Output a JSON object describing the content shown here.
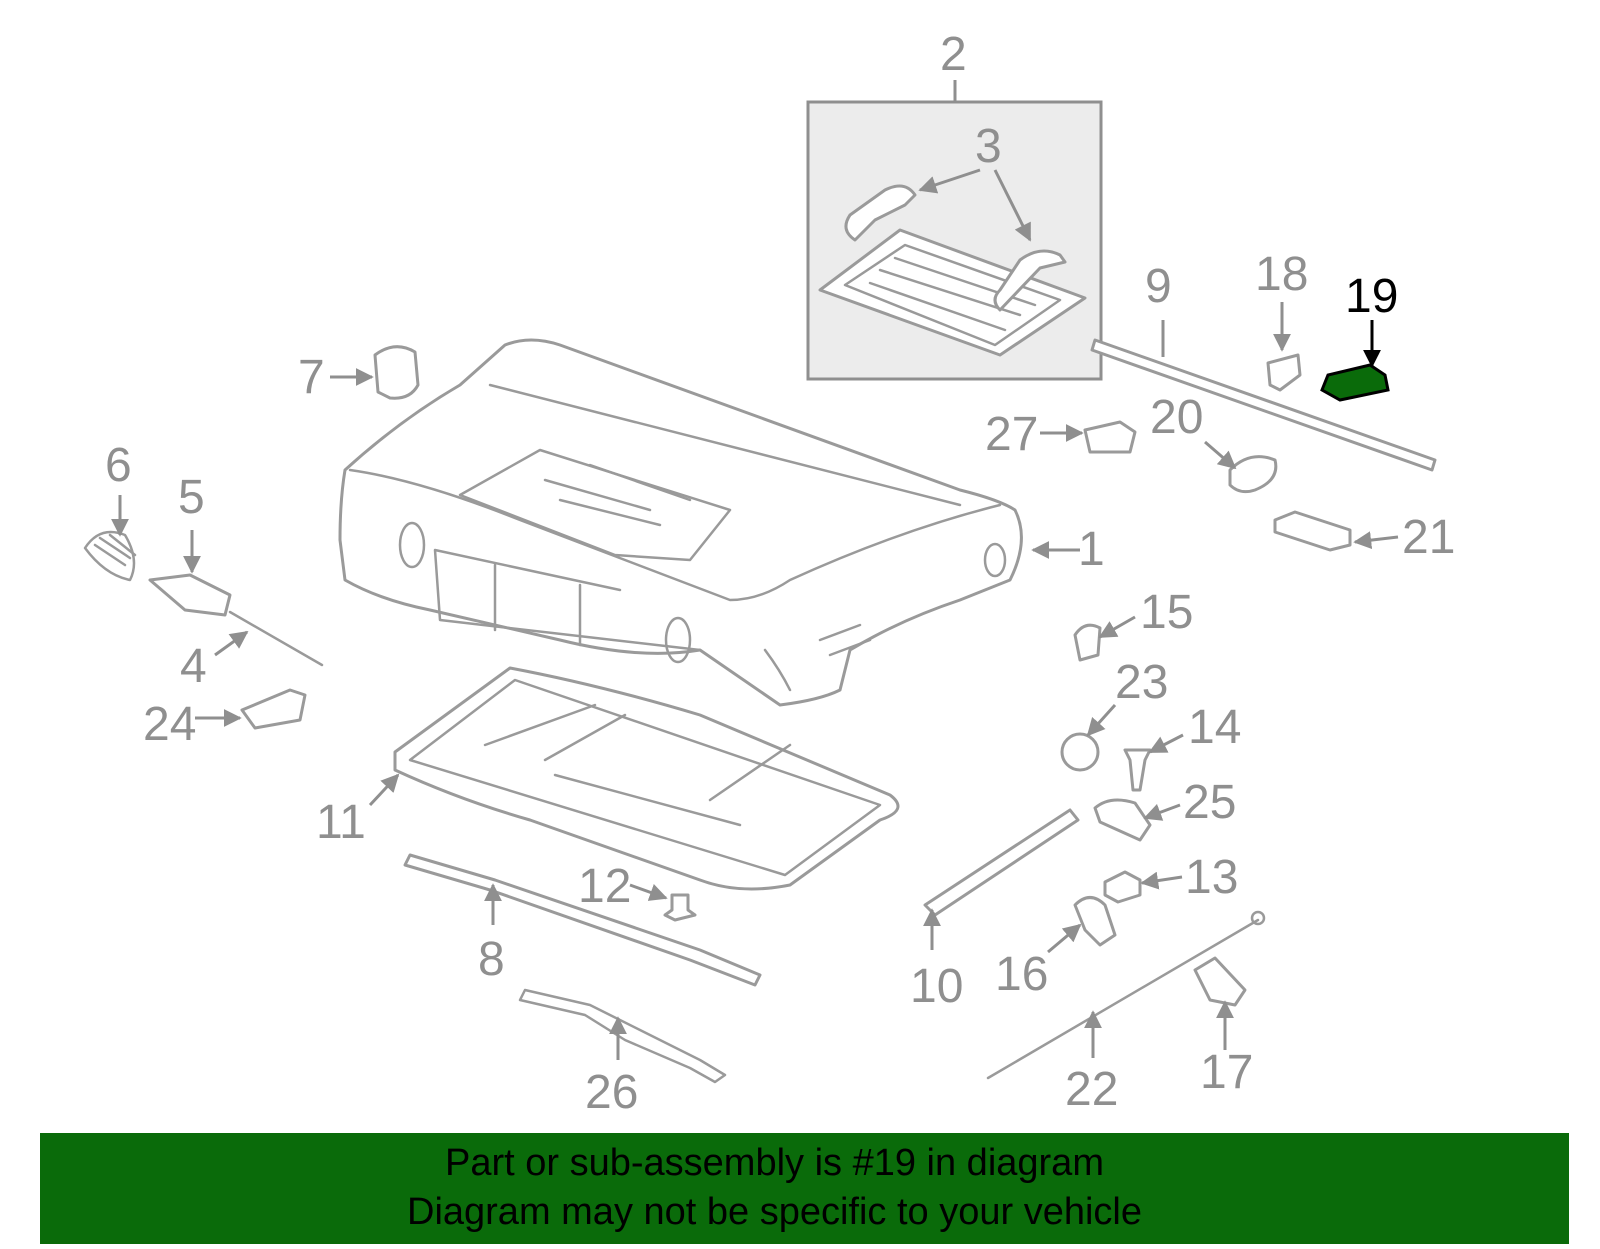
{
  "diagram": {
    "highlight_part": "19",
    "highlight_color": "#0a6b0a",
    "callouts": [
      "1",
      "2",
      "3",
      "4",
      "5",
      "6",
      "7",
      "8",
      "9",
      "10",
      "11",
      "12",
      "13",
      "14",
      "15",
      "16",
      "17",
      "18",
      "19",
      "20",
      "21",
      "22",
      "23",
      "24",
      "25",
      "26",
      "27"
    ]
  },
  "banner": {
    "line1": "Part or sub-assembly is #19 in diagram",
    "line2": "Diagram may not be specific to your vehicle",
    "background": "#0a6b0a"
  }
}
